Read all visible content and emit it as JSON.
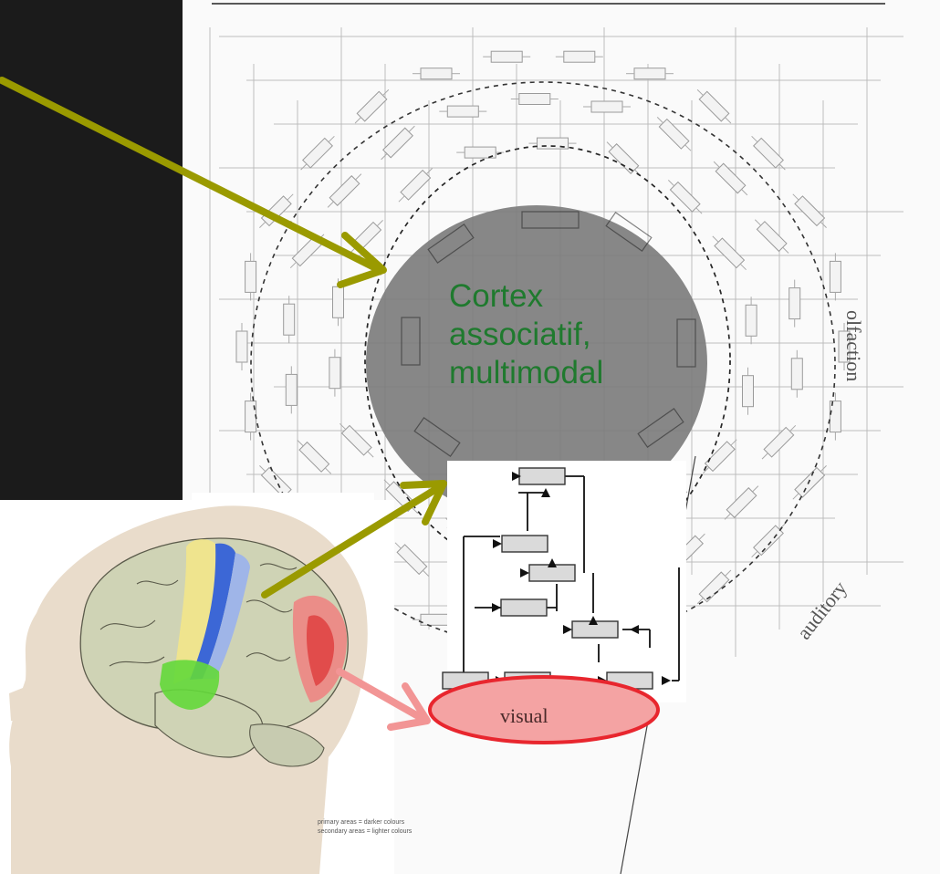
{
  "labels": {
    "cortex": "Cortex associatif, multimodal",
    "visual": "visual",
    "olfaction": "olfaction",
    "auditory": "auditory",
    "legend": "primary areas = darker colours secondary areas = lighter colours"
  },
  "colors": {
    "background": "#1b1b1b",
    "diagram_bg": "#fafafa",
    "arrow": "#9a9a00",
    "cortex_circle": "#7a7a7a",
    "cortex_text": "#1f7a2e",
    "visual_oval_fill": "#f4a3a3",
    "visual_oval_stroke": "#e8262e",
    "visual_arrow": "#f29595",
    "brain_head": "#e9dccb",
    "brain": "#cfd3b5",
    "motor_area": "#f2e58a",
    "somatosensory_area": "#3c67d6",
    "auditory_area": "#63d83a",
    "visual_area": "#e85555"
  },
  "icons": [
    "olive-arrow",
    "pink-arrow",
    "brain-lateral-view",
    "network-block"
  ]
}
